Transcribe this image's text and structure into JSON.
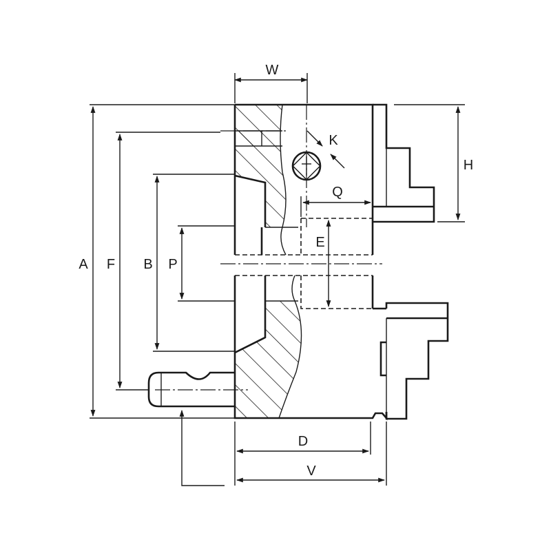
{
  "dimension_labels": {
    "W": "W",
    "K": "K",
    "H": "H",
    "Q": "Q",
    "A": "A",
    "F": "F",
    "B": "B",
    "P": "P",
    "E": "E",
    "D": "D",
    "V": "V"
  }
}
